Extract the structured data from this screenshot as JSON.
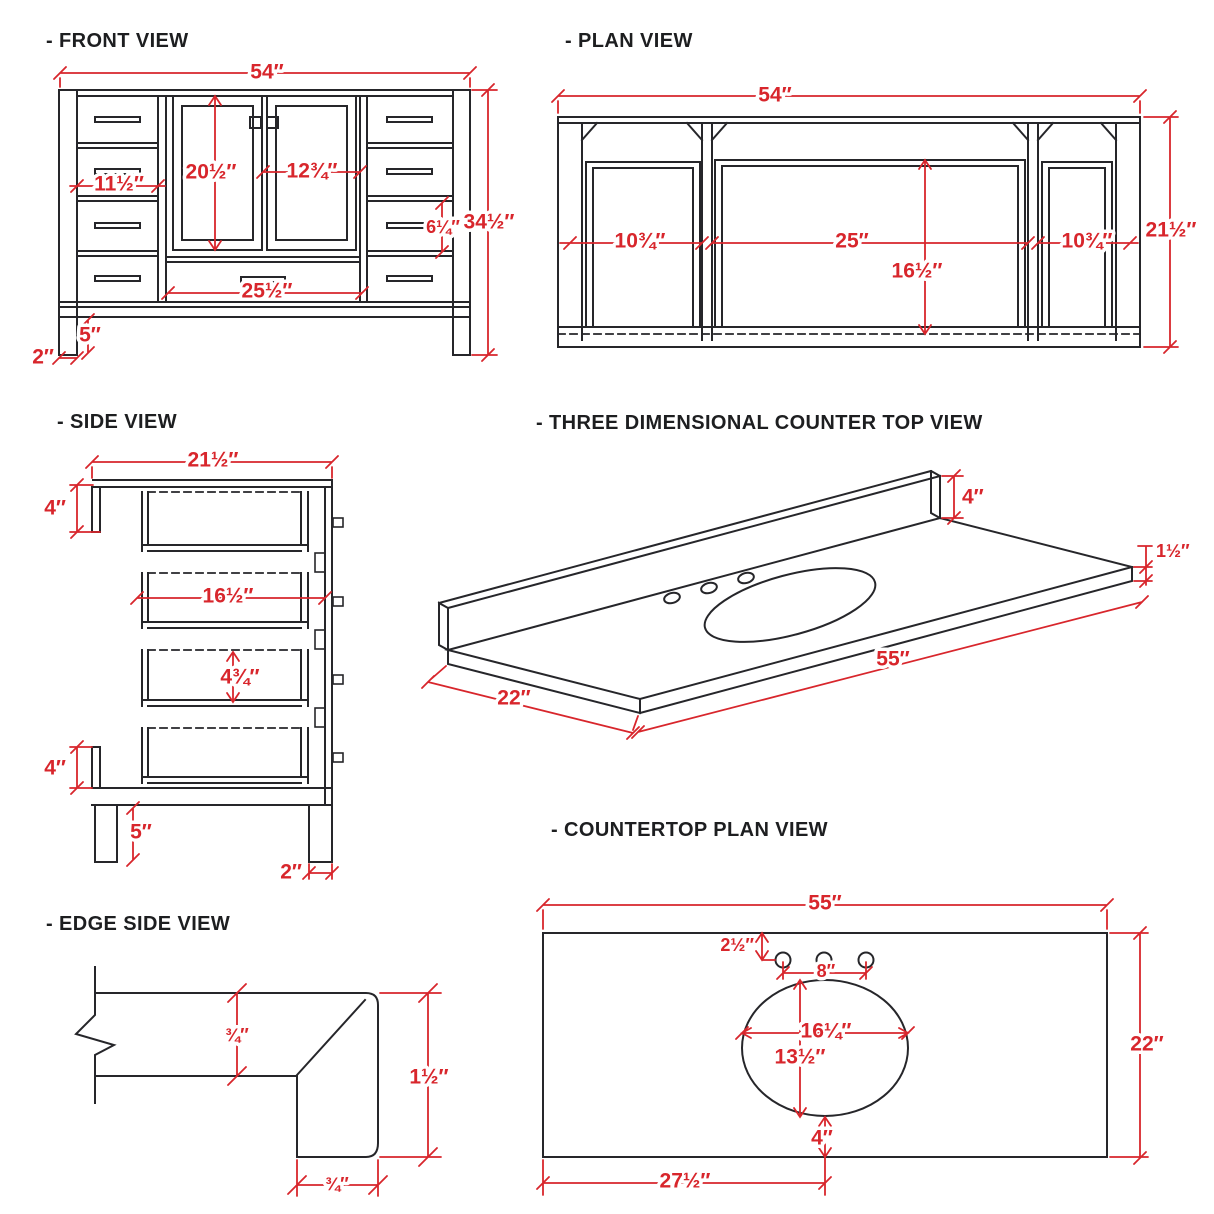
{
  "colors": {
    "line": "#26262a",
    "dimension": "#d8262c",
    "background": "#ffffff"
  },
  "views": {
    "front": {
      "title": "- FRONT VIEW",
      "dims": {
        "overall_width": "54″",
        "overall_height": "34½″",
        "door_height": "20½″",
        "doors_width": "12¾″",
        "side_drawer_width": "11½″",
        "drawer_height": "6¼″",
        "center_drawer_width": "25½″",
        "toe_kick_height": "5″",
        "leg_width": "2″"
      }
    },
    "plan": {
      "title": "- PLAN VIEW",
      "dims": {
        "overall_width": "54″",
        "overall_depth": "21½″",
        "left_opening": "10¾″",
        "center_opening": "25″",
        "interior_depth": "16½″",
        "right_opening": "10¾″"
      }
    },
    "side": {
      "title": "- SIDE VIEW",
      "dims": {
        "depth": "21½″",
        "top_rail": "4″",
        "drawer_depth": "16½″",
        "drawer_height": "4¾″",
        "bottom_rail": "4″",
        "toe_kick_height": "5″",
        "leg_depth": "2″"
      }
    },
    "counter3d": {
      "title": "- THREE DIMENSIONAL COUNTER TOP VIEW",
      "dims": {
        "backsplash_height": "4″",
        "edge_thickness": "1½″",
        "length": "55″",
        "depth": "22″"
      }
    },
    "edge": {
      "title": "- EDGE SIDE VIEW",
      "dims": {
        "slab_thickness": "¾″",
        "edge_height": "1½″",
        "edge_width": "¾″"
      }
    },
    "countertopPlan": {
      "title": "- COUNTERTOP PLAN VIEW",
      "dims": {
        "length": "55″",
        "depth": "22″",
        "faucet_offset": "2½″",
        "faucet_spread": "8″",
        "sink_width": "16¼″",
        "sink_depth": "13½″",
        "sink_to_front": "4″",
        "sink_center_from_left": "27½″"
      }
    }
  }
}
